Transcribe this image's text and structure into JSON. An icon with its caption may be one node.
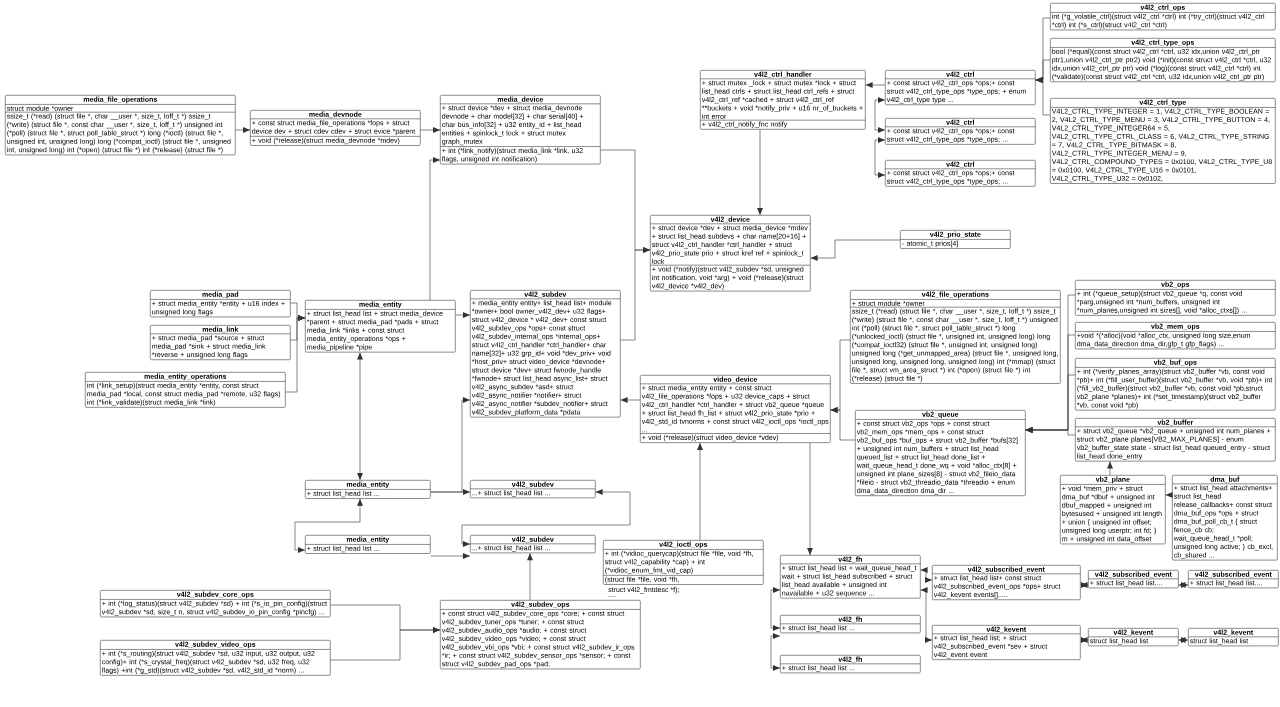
{
  "diagram": {
    "nodes": [
      {
        "text": [
          "media_file_operations",
          "struct module *owner",
          "ssize_t (*read) (struct file *, char __user *, size_t, loff_t *) ssize_t (*write) (struct file *, const char __user *, size_t, loff_t *) unsigned int (*poll) (struct file *, struct poll_table_struct *) long (*ioctl) (struct file *, unsigned int, unsigned long) long (*compat_ioctl) (struct file *, unsigned int, unsigned long) int (*open) (struct file *) int (*release) (struct file *)"
        ]
      },
      {
        "text": [
          "media_devnode",
          "+ const struct media_file_operations *fops + struct device dev + struct cdev cdev + struct evice *parent",
          "+ void (*release)(struct media_devnode *mdev)"
        ]
      },
      {
        "text": [
          "media_device",
          "+ struct device *dev + struct media_devnode devnode + char model[32] + char serial[40] + char bus_info[32] + u32 entity_id + list_head entities + spinlock_t lock + struct mutex graph_mutex",
          "+ int (*link_notify)(struct media_link *link, u32 flags, unsigned int notification)"
        ]
      },
      {
        "text": [
          "v4l2_ctrl_handler",
          "+ struct mutex _lock + struct mutex *lock + struct list_head ctrls + struct list_head ctrl_refs + struct v4l2_ctrl_ref *cached + struct v4l2_ctrl_ref **buckets + void *notify_priv + u16 nr_of_buckets + int error",
          "+ v4l2_ctrl_notify_fnc notify"
        ]
      },
      {
        "text": [
          "v4l2_ctrl_ops",
          "int (*g_volatile_ctrl)(struct v4l2_ctrl *ctrl) int (*try_ctrl)(struct v4l2_ctrl *ctrl) int (*s_ctrl)(struct v4l2_ctrl *ctrl)"
        ]
      },
      {
        "text": [
          "v4l2_ctrl_type_ops",
          "bool (*equal)(const struct v4l2_ctrl *ctrl, u32 idx,union v4l2_ctrl_ptr ptr1,union v4l2_ctrl_ptr ptr2) void (*init)(const struct v4l2_ctrl *ctrl, u32 idx,union v4l2_ctrl_ptr ptr) void (*log)(const struct v4l2_ctrl *ctrl) int (*validate)(const struct v4l2_ctrl *ctrl, u32 idx,union v4l2_ctrl_ptr ptr)"
        ]
      },
      {
        "text": [
          "v4l2_ctrl_type",
          "V4L2_CTRL_TYPE_INTEGER = 1, V4L2_CTRL_TYPE_BOOLEAN = 2, V4L2_CTRL_TYPE_MENU = 3, V4L2_CTRL_TYPE_BUTTON = 4, V4L2_CTRL_TYPE_INTEGER64 = 5, V4L2_CTRL_TYPE_CTRL_CLASS = 6, V4L2_CTRL_TYPE_STRING = 7, V4L2_CTRL_TYPE_BITMASK = 8, V4L2_CTRL_TYPE_INTEGER_MENU = 9, V4L2_CTRL_COMPOUND_TYPES = 0x0100, V4L2_CTRL_TYPE_U8 = 0x0100, V4L2_CTRL_TYPE_U16 = 0x0101, V4L2_CTRL_TYPE_U32 = 0x0102,"
        ]
      },
      {
        "text": [
          "v4l2_ctrl",
          "+ const struct v4l2_ctrl_ops *ops;+ const struct v4l2_ctrl_type_ops *type_ops; + enum v4l2_ctrl_type type ..."
        ]
      },
      {
        "text": [
          "v4l2_ctrl",
          "+ const struct v4l2_ctrl_ops *ops;+ const struct v4l2_ctrl_type_ops *type_ops; ..."
        ]
      },
      {
        "text": [
          "v4l2_ctrl",
          "+ const struct v4l2_ctrl_ops *ops;+ const struct v4l2_ctrl_type_ops *type_ops; ..."
        ]
      },
      {
        "text": [
          "v4l2_prio_state",
          "- atomic_t prios[4]"
        ]
      },
      {
        "text": [
          "v4l2_device",
          "+ struct device *dev + struct media_device *mdev + struct list_head subdevs + char name[20+16] + struct v4l2_ctrl_handler *ctrl_handler + struct v4l2_prio_state prio + struct kref ref + spinlock_t lock",
          "+ void (*notify)(struct v4l2_subdev *sd, unsigned int notification, void *arg) + void (*release)(struct v4l2_device *v4l2_dev)"
        ]
      },
      {
        "text": [
          "media_pad",
          "+ struct media_entity *entity + u16 index + unsigned long flags"
        ]
      },
      {
        "text": [
          "media_link",
          "+ struct media_pad *source + struct media_pad *sink + struct media_link *reverse + unsigned long flags"
        ]
      },
      {
        "text": [
          "media_entity_operations",
          "int (*link_setup)(struct media_entity *entity, const struct media_pad *local, const struct media_pad *remote, u32 flags) int (*link_validate)(struct media_link *link)"
        ]
      },
      {
        "text": [
          "media_entity",
          "+ struct list_head list + struct media_device *parent + struct media_pad *pads + struct media_link *links + const struct media_entity_operations *ops + media_pipeline *pipe"
        ]
      },
      {
        "text": [
          "v4l2_subdev",
          "+ media_entity entity+ list_head list+ module *owner+ bool owner_v4l2_dev+ u32 flags+ struct v4l2_device * v4l2_dev+ const struct v4l2_subdev_ops *ops+ const struct v4l2_subdev_internal_ops *internal_ops+ struct v4l2_ctrl_handler *ctrl_handler+ char name[32]+ u32 grp_id+ void *dev_priv+ void *host_priv+ struct video_device *devnode+ struct device *dev+ struct fwnode_handle *fwnode+ struct list_head async_list+ struct v4l2_async_subdev *asd+ struct v4l2_async_notifier *notifier+ struct v4l2_async_notifier *subdev_notifier+ struct v4l2_subdev_platform_data *pdata"
        ]
      },
      {
        "text": [
          "video_device",
          "+ struct media_entity entity + const struct v4l2_file_operations *fops + u32 device_caps + struct v4l2_ctrl_handler *ctrl_handler + struct vb2_queue *queue + struct list_head fh_list + struct v4l2_prio_state *prio + v4l2_std_id tvnorms + const struct v4l2_ioctl_ops *ioctl_ops ...",
          "+ void (*release)(struct video_device *vdev)"
        ]
      },
      {
        "text": [
          "v4l2_file_operations",
          "+ struct module *owner",
          "ssize_t (*read) (struct file *, char __user *, size_t, loff_t *) ssize_t (*write) (struct file *, const char __user *, size_t, loff_t *) unsigned int (*poll) (struct file *, struct poll_table_struct *) long (*unlocked_ioctl) (struct file *, unsigned int, unsigned long) long (*compat_ioctl32) (struct file *, unsigned int, unsigned long) unsigned long (*get_unmapped_area) (struct file *, unsigned long, unsigned long, unsigned long, unsigned long) int (*mmap) (struct file *, struct vm_area_struct *) int (*open) (struct file *) int (*release) (struct file *)"
        ]
      },
      {
        "text": [
          "vb2_queue",
          "+ const struct vb2_ops *ops + const struct vb2_mem_ops *mem_ops + const struct vb2_buf_ops *buf_ops + struct vb2_buffer *bufs[32] + unsigned int num_buffers + struct list_head queued_list + struct list_head done_list + wait_queue_head_t done_wq + void *alloc_ctx[8] + unsigned int plane_sizes[8] - struct vb2_fileio_data *fileio - struct vb2_threadio_data *threadio + enum dma_data_direction dma_dir ..."
        ]
      },
      {
        "text": [
          "vb2_ops",
          "+ int (*queue_setup)(struct vb2_queue *q, const void *parg,unsigned int *num_buffers, unsigned int *num_planes,unsigned int sizes[], void *alloc_ctxs[]) ..."
        ]
      },
      {
        "text": [
          "vb2_mem_ops",
          "+void *(*alloc)(void *alloc_ctx, unsigned long size,enum dma_data_direction dma_dir,gfp_t gfp_flags) ..."
        ]
      },
      {
        "text": [
          "vb2_buf_ops",
          "+ int (*verify_planes_array)(struct vb2_buffer *vb, const void *pb)+ int (*fill_user_buffer)(struct vb2_buffer *vb, void *pb)+ int (*fill_vb2_buffer)(struct vb2_buffer *vb, const void *pb,struct vb2_plane *planes)+ int (*set_timestamp)(struct vb2_buffer *vb, const void *pb)"
        ]
      },
      {
        "text": [
          "vb2_plane",
          "+ void *mem_priv + struct dma_buf *dbuf + unsigned int dbuf_mapped + unsigned int bytesused + unsigned int length + union { unsigned int offset; unsigned long userptr; int fd; } m + unsigned int data_offset"
        ]
      },
      {
        "text": [
          "dma_buf",
          "+ struct list_head attachments+ struct list_head release_callbacks+ const struct dma_buf_ops *ops + struct dma_buf_poll_cb_t { struct fence_cb cb; wait_queue_head_t *poll; unsigned long active; } cb_excl, cb_shared ..."
        ]
      },
      {
        "text": [
          "vb2_buffer",
          "+ struct vb2_queue *vb2_queue + unsigned int num_planes + struct vb2_plane planes[VB2_MAX_PLANES] - enum vb2_buffer_state state - struct list_head queued_entry - struct list_head done_entry"
        ]
      },
      {
        "text": [
          "media_entity",
          "+ struct list_head list ..."
        ]
      },
      {
        "text": [
          "v4l2_subdev",
          "...+ struct list_head list ..."
        ]
      },
      {
        "text": [
          "media_entity",
          "+ struct list_head list ..."
        ]
      },
      {
        "text": [
          "v4l2_subdev",
          "...+ struct list_head list ..."
        ]
      },
      {
        "text": [
          "v4l2_ioctl_ops",
          "+ int (*vidioc_querycap)(struct file *file, void *fh, struct v4l2_capability *cap) + int (*vidioc_enum_fmt_vid_cap)",
          "(struct file *file, void *fh,"
        ],
        "beside": [
          "struct v4l2_fmtdesc *f);",
          "...."
        ]
      },
      {
        "text": [
          "v4l2_subdev_core_ops",
          "+ int (*log_status)(struct v4l2_subdev *sd) + int (*s_io_pin_config)(struct v4l2_subdev *sd, size_t n, struct v4l2_subdev_io_pin_config *pincfg) ..."
        ]
      },
      {
        "text": [
          "v4l2_subdev_video_ops",
          "+ int (*s_routing)(struct v4l2_subdev *sd, u32 input, u32 output, u32 config)+ int (*s_crystal_freq)(struct v4l2_subdev *sd, u32 freq, u32 flags) +int (*g_std)(struct v4l2_subdev *sd, v4l2_std_id *norm) ..."
        ]
      },
      {
        "text": [
          "v4l2_subdev_ops",
          "+ const struct v4l2_subdev_core_ops *core; + const struct v4l2_subdev_tuner_ops *tuner; + const struct v4l2_subdev_audio_ops *audio; + const struct v4l2_subdev_video_ops *video; + const struct v4l2_subdev_vbi_ops *vbi; + const struct v4l2_subdev_ir_ops *ir; + const struct v4l2_subdev_sensor_ops *sensor; + const struct v4l2_subdev_pad_ops *pad;"
        ]
      },
      {
        "text": [
          "v4l2_fh",
          "+ struct list_head list + wait_queue_head_t wait + struct list_head subscribed + struct list_head available + unsigned int navailable + u32 sequence ..."
        ]
      },
      {
        "text": [
          "v4l2_fh",
          "+ struct list_head list ..."
        ]
      },
      {
        "text": [
          "v4l2_fh",
          "+ struct list_head list ..."
        ]
      },
      {
        "text": [
          "v4l2_subscribed_event",
          "+ struct list_head list+ const struct v4l2_subscribed_event_ops *ops+ struct v4l2_kevent events[]....."
        ]
      },
      {
        "text": [
          "v4l2_subscribed_event",
          "+ struct list_head list...."
        ]
      },
      {
        "text": [
          "v4l2_subscribed_event",
          "+ struct list_head list...."
        ]
      },
      {
        "text": [
          "v4l2_kevent",
          "+ struct list_head list; + struct v4l2_subscribed_event *sev + struct v4l2_event event"
        ]
      },
      {
        "text": [
          "v4l2_kevent",
          "struct list_head list"
        ]
      },
      {
        "text": [
          "v4l2_kevent",
          "struct list_head list"
        ]
      }
    ],
    "edges": [
      {
        "from": 0,
        "to": 1,
        "arrow": "to"
      },
      {
        "from": 1,
        "to": 2,
        "arrow": "to"
      },
      {
        "from": 15,
        "to": 2,
        "arrow": "to"
      },
      {
        "from": 2,
        "to": 11,
        "arrow": "to"
      },
      {
        "from": 16,
        "to": 11,
        "arrow": "to"
      },
      {
        "from": 3,
        "to": 11,
        "arrow": "to"
      },
      {
        "from": 10,
        "to": 11,
        "arrow": "to"
      },
      {
        "from": 7,
        "to": 3,
        "arrow": "to"
      },
      {
        "from": 4,
        "to": 7,
        "arrow": "to"
      },
      {
        "from": 5,
        "to": 7,
        "arrow": "to"
      },
      {
        "from": 6,
        "to": 7,
        "arrow": "to"
      },
      {
        "from": 7,
        "to": 8,
        "arrow": "both"
      },
      {
        "from": 8,
        "to": 9,
        "arrow": "both"
      },
      {
        "from": 12,
        "to": 15,
        "arrow": "to"
      },
      {
        "from": 13,
        "to": 15,
        "arrow": "to"
      },
      {
        "from": 14,
        "to": 15,
        "arrow": "to"
      },
      {
        "from": 15,
        "to": 16,
        "arrow": "to"
      },
      {
        "from": 15,
        "to": 26,
        "arrow": "both"
      },
      {
        "from": 26,
        "to": 28,
        "arrow": "both"
      },
      {
        "from": 26,
        "to": 27,
        "arrow": "to"
      },
      {
        "from": 26,
        "to": 16,
        "arrow": "to"
      },
      {
        "from": 27,
        "to": 29,
        "arrow": "both"
      },
      {
        "from": 28,
        "to": 29,
        "arrow": "to"
      },
      {
        "from": 33,
        "to": 29,
        "arrow": "to"
      },
      {
        "from": 31,
        "to": 33,
        "arrow": "to"
      },
      {
        "from": 32,
        "to": 33,
        "arrow": "to"
      },
      {
        "from": 17,
        "to": 16,
        "arrow": "to"
      },
      {
        "from": 30,
        "to": 17,
        "arrow": "to"
      },
      {
        "from": 18,
        "to": 17,
        "arrow": "to"
      },
      {
        "from": 19,
        "to": 17,
        "arrow": "to"
      },
      {
        "from": 17,
        "to": 34,
        "arrow": "to"
      },
      {
        "from": 34,
        "to": 35,
        "arrow": "both"
      },
      {
        "from": 35,
        "to": 36,
        "arrow": "both"
      },
      {
        "from": 20,
        "to": 19,
        "arrow": "to"
      },
      {
        "from": 21,
        "to": 19,
        "arrow": "to"
      },
      {
        "from": 22,
        "to": 19,
        "arrow": "to"
      },
      {
        "from": 25,
        "to": 19,
        "arrow": "to"
      },
      {
        "from": 23,
        "to": 25,
        "arrow": "to"
      },
      {
        "from": 24,
        "to": 23,
        "arrow": "to"
      },
      {
        "from": 34,
        "to": 37,
        "arrow": "both"
      },
      {
        "from": 34,
        "to": 40,
        "arrow": "both"
      },
      {
        "from": 37,
        "to": 38,
        "arrow": "both"
      },
      {
        "from": 38,
        "to": 39,
        "arrow": "both"
      },
      {
        "from": 40,
        "to": 41,
        "arrow": "both"
      },
      {
        "from": 41,
        "to": 42,
        "arrow": "both"
      }
    ]
  }
}
